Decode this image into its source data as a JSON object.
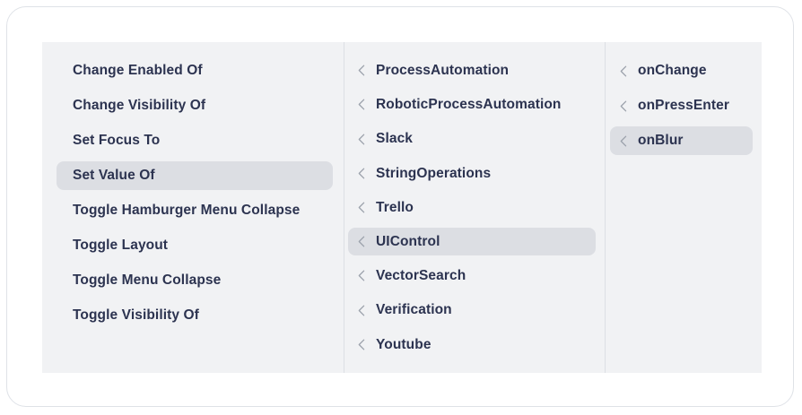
{
  "colors": {
    "page_background": "#ffffff",
    "frame_border": "#dfe2e7",
    "panel_background": "#f1f2f4",
    "selected_background": "#dcdee3",
    "divider": "#dcdfe4",
    "text": "#2c3350",
    "chevron": "#9ba1ab"
  },
  "menu": {
    "columns": [
      {
        "name": "actions",
        "has_chevrons": false,
        "items": [
          {
            "label": "Change Enabled Of",
            "selected": false
          },
          {
            "label": "Change Visibility Of",
            "selected": false
          },
          {
            "label": "Set Focus To",
            "selected": false
          },
          {
            "label": "Set Value Of",
            "selected": true
          },
          {
            "label": "Toggle Hamburger Menu Collapse",
            "selected": false
          },
          {
            "label": "Toggle Layout",
            "selected": false
          },
          {
            "label": "Toggle Menu Collapse",
            "selected": false
          },
          {
            "label": "Toggle Visibility Of",
            "selected": false
          }
        ]
      },
      {
        "name": "modules",
        "has_chevrons": true,
        "chevron_icon": "chevron-left-icon",
        "items": [
          {
            "label": "ProcessAutomation",
            "selected": false
          },
          {
            "label": "RoboticProcessAutomation",
            "selected": false
          },
          {
            "label": "Slack",
            "selected": false
          },
          {
            "label": "StringOperations",
            "selected": false
          },
          {
            "label": "Trello",
            "selected": false
          },
          {
            "label": "UIControl",
            "selected": true
          },
          {
            "label": "VectorSearch",
            "selected": false
          },
          {
            "label": "Verification",
            "selected": false
          },
          {
            "label": "Youtube",
            "selected": false
          }
        ]
      },
      {
        "name": "events",
        "has_chevrons": true,
        "chevron_icon": "chevron-left-icon",
        "items": [
          {
            "label": "onChange",
            "selected": false
          },
          {
            "label": "onPressEnter",
            "selected": false
          },
          {
            "label": "onBlur",
            "selected": true
          }
        ]
      }
    ]
  }
}
